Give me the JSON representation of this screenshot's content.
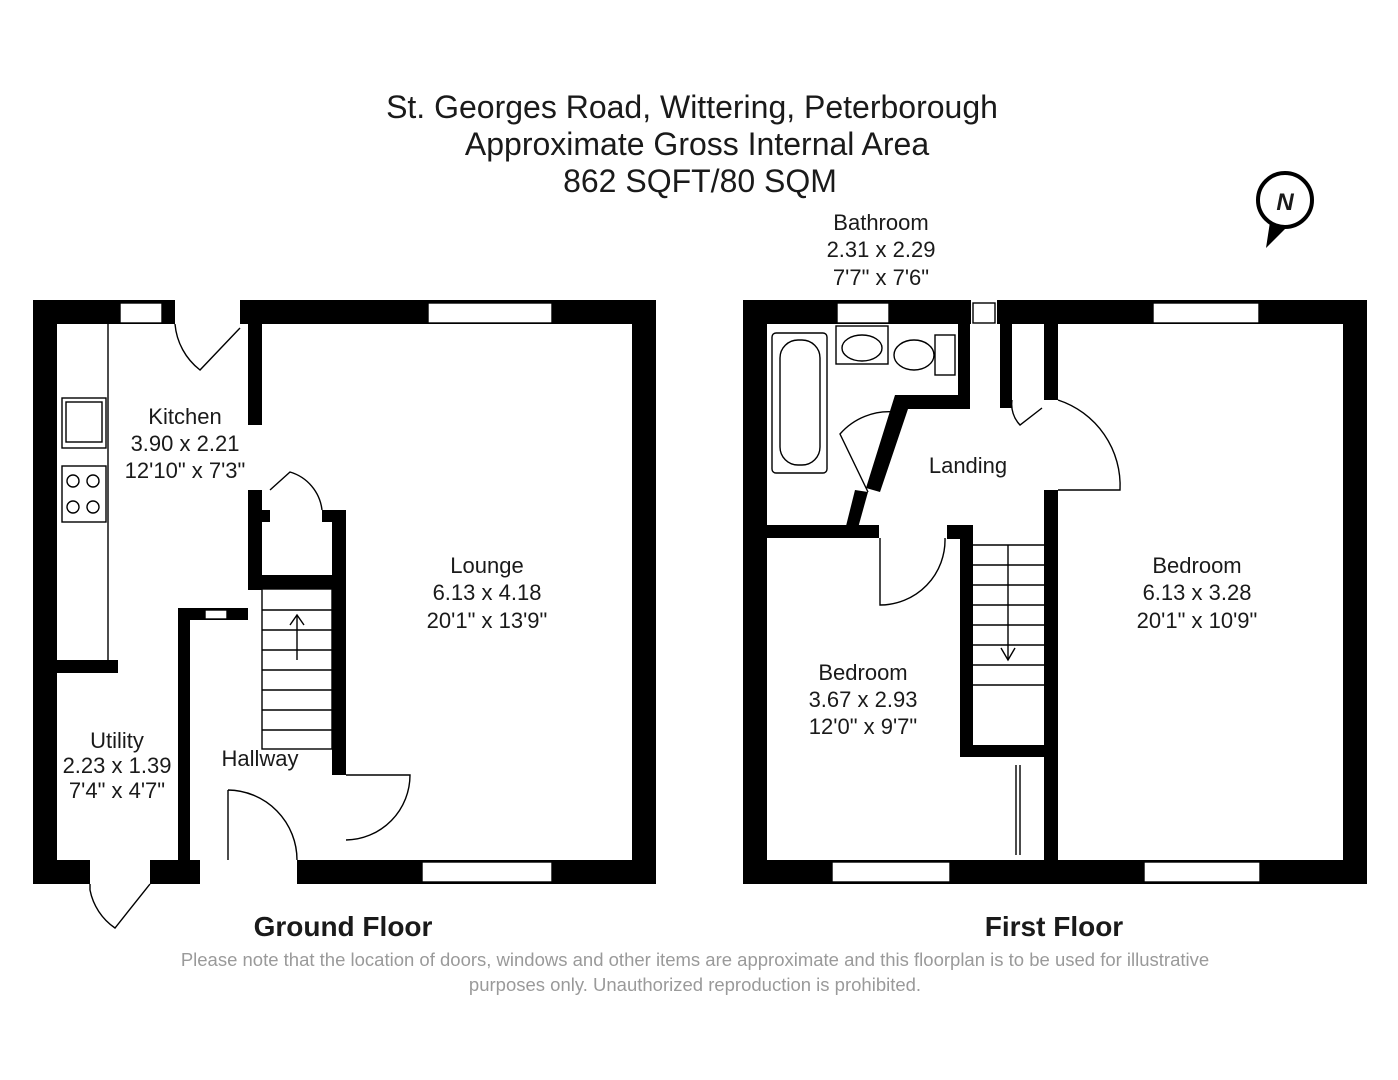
{
  "header": {
    "address": "St. Georges Road, Wittering, Peterborough",
    "area_label": "Approximate Gross Internal Area",
    "area_value": "862 SQFT/80 SQM"
  },
  "compass": {
    "label": "N",
    "icon": "north-compass-icon"
  },
  "ground_floor": {
    "label": "Ground Floor",
    "rooms": [
      {
        "name": "Kitchen",
        "metric": "3.90 x 2.21",
        "imperial": "12'10\" x 7'3\""
      },
      {
        "name": "Lounge",
        "metric": "6.13 x 4.18",
        "imperial": "20'1\" x 13'9\""
      },
      {
        "name": "Utility",
        "metric": "2.23 x 1.39",
        "imperial": "7'4\" x 4'7\""
      },
      {
        "name": "Hallway"
      }
    ]
  },
  "first_floor": {
    "label": "First Floor",
    "rooms": [
      {
        "name": "Bathroom",
        "metric": "2.31 x 2.29",
        "imperial": "7'7\" x 7'6\""
      },
      {
        "name": "Landing"
      },
      {
        "name": "Bedroom",
        "metric": "3.67 x 2.93",
        "imperial": "12'0\" x 9'7\""
      },
      {
        "name": "Bedroom",
        "metric": "6.13 x 3.28",
        "imperial": "20'1\" x 10'9\""
      }
    ]
  },
  "disclaimer": {
    "line1": "Please note that the location of doors, windows and other items are approximate and this floorplan is to be used for illustrative",
    "line2": "purposes only. Unauthorized reproduction is prohibited."
  }
}
